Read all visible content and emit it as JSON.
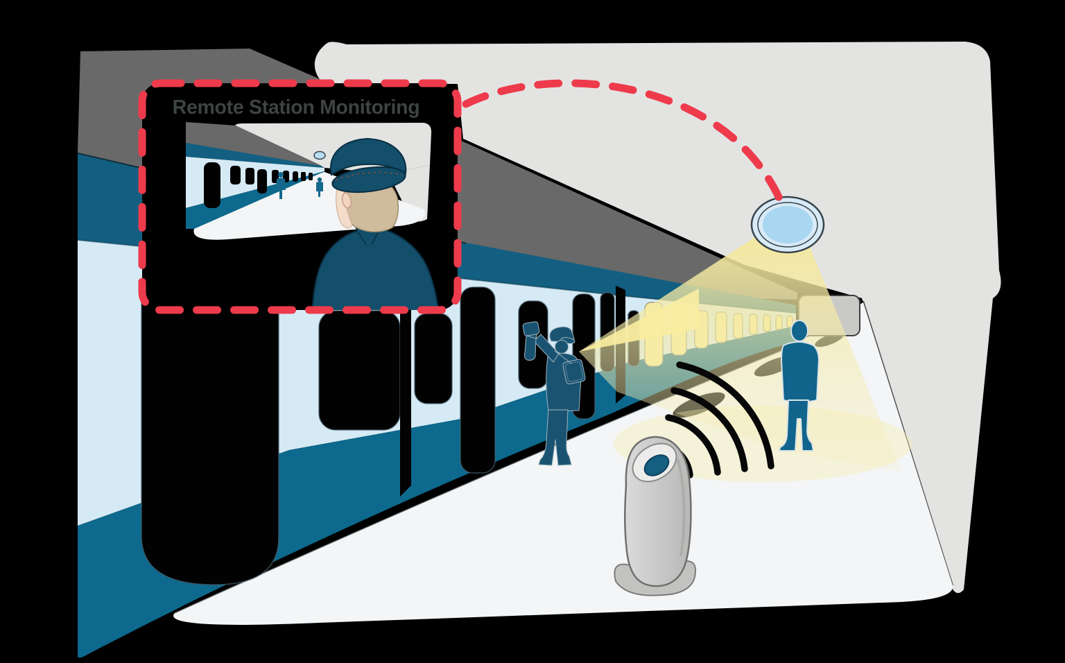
{
  "inset": {
    "title": "Remote Station Monitoring",
    "title_color": "#3e4343",
    "border_color": "#ee3b4c",
    "panel_color": "#000000"
  },
  "palette": {
    "bg": "#000000",
    "ceiling": "#e3e4e2",
    "roof": "#696969",
    "teal_top": "#135f81",
    "teal_bottom": "#0d698d",
    "light_blue": "#d6eaf5",
    "floor": "#f3f5f6",
    "window_black": "#020202",
    "window_yellow": "#f8ed9d",
    "cone_yellow": "#f3e89b",
    "lamp_blue": "#a9d6f0",
    "lamp_rim": "#d7eaf5",
    "dash_red": "#ee3b4c",
    "silhouette": "#1a5372",
    "distant_fig": "#11648c",
    "device_gray": "#cdcdcc",
    "device_base": "#c2c2c1",
    "signal_black": "#070707",
    "skin": "#f3dcca",
    "hair": "#cfbc9c",
    "officer_jacket": "#134e6b",
    "mini_fig": "#15678c",
    "title": "#3e4343"
  },
  "icons": {
    "wifi_signal": "wifi-signal-icon",
    "ceiling_light": "ceiling-light",
    "camera_link": "red-dashed-link"
  }
}
